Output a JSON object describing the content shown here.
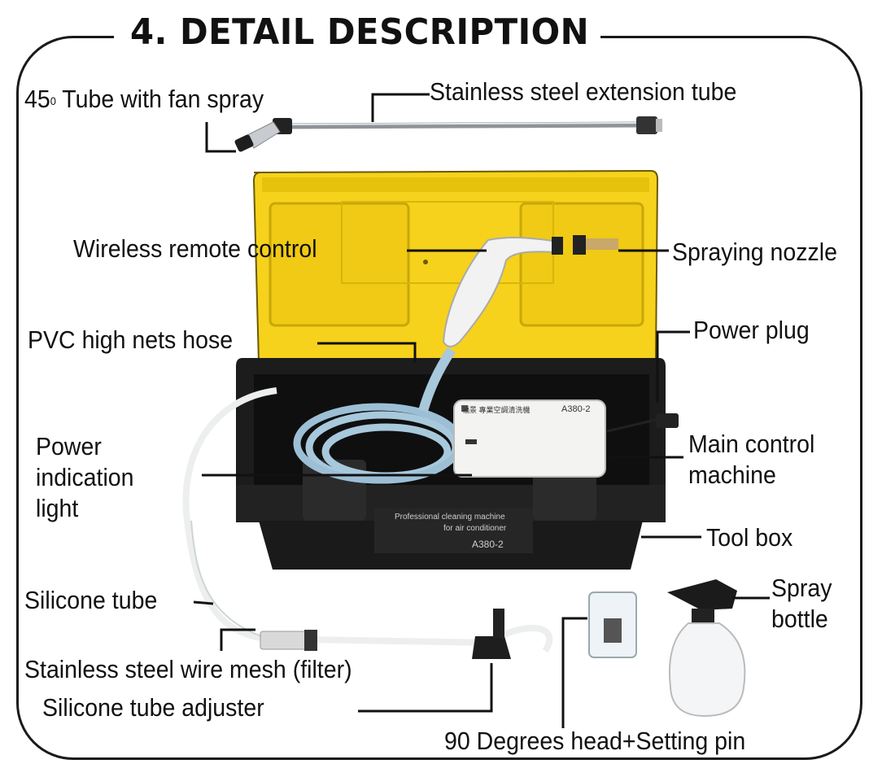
{
  "title": "4. DETAIL DESCRIPTION",
  "labels": {
    "tube_45": {
      "number": "45",
      "superscript": "0",
      "text": " Tube with fan spray"
    },
    "extension_tube": "Stainless steel extension tube",
    "remote_control": "Wireless remote control",
    "spraying_nozzle": "Spraying  nozzle",
    "pvc_hose": "PVC high nets hose",
    "power_plug": "Power plug",
    "power_light": [
      "Power",
      "indication",
      "light"
    ],
    "main_control": [
      "Main control",
      "machine"
    ],
    "tool_box": "Tool box",
    "silicone_tube": "Silicone tube",
    "spray_bottle": [
      "Spray",
      "bottle"
    ],
    "wire_mesh": "Stainless steel wire mesh (filter)",
    "tube_adjuster": "Silicone tube adjuster",
    "degree_head": "90 Degrees head+Setting pin"
  },
  "product": {
    "panel_brand": "福景 專業空調清洗機",
    "panel_model": "A380-2",
    "box_line1": "Professional cleaning machine",
    "box_line2": "for air conditioner",
    "box_model": "A380-2"
  },
  "colors": {
    "lid_yellow": "#f6d21c",
    "box_black": "#1c1c1c",
    "hose_blue": "#a8c8dc",
    "silicone_white": "#ecefee",
    "machine_white": "#f3f3f1"
  }
}
